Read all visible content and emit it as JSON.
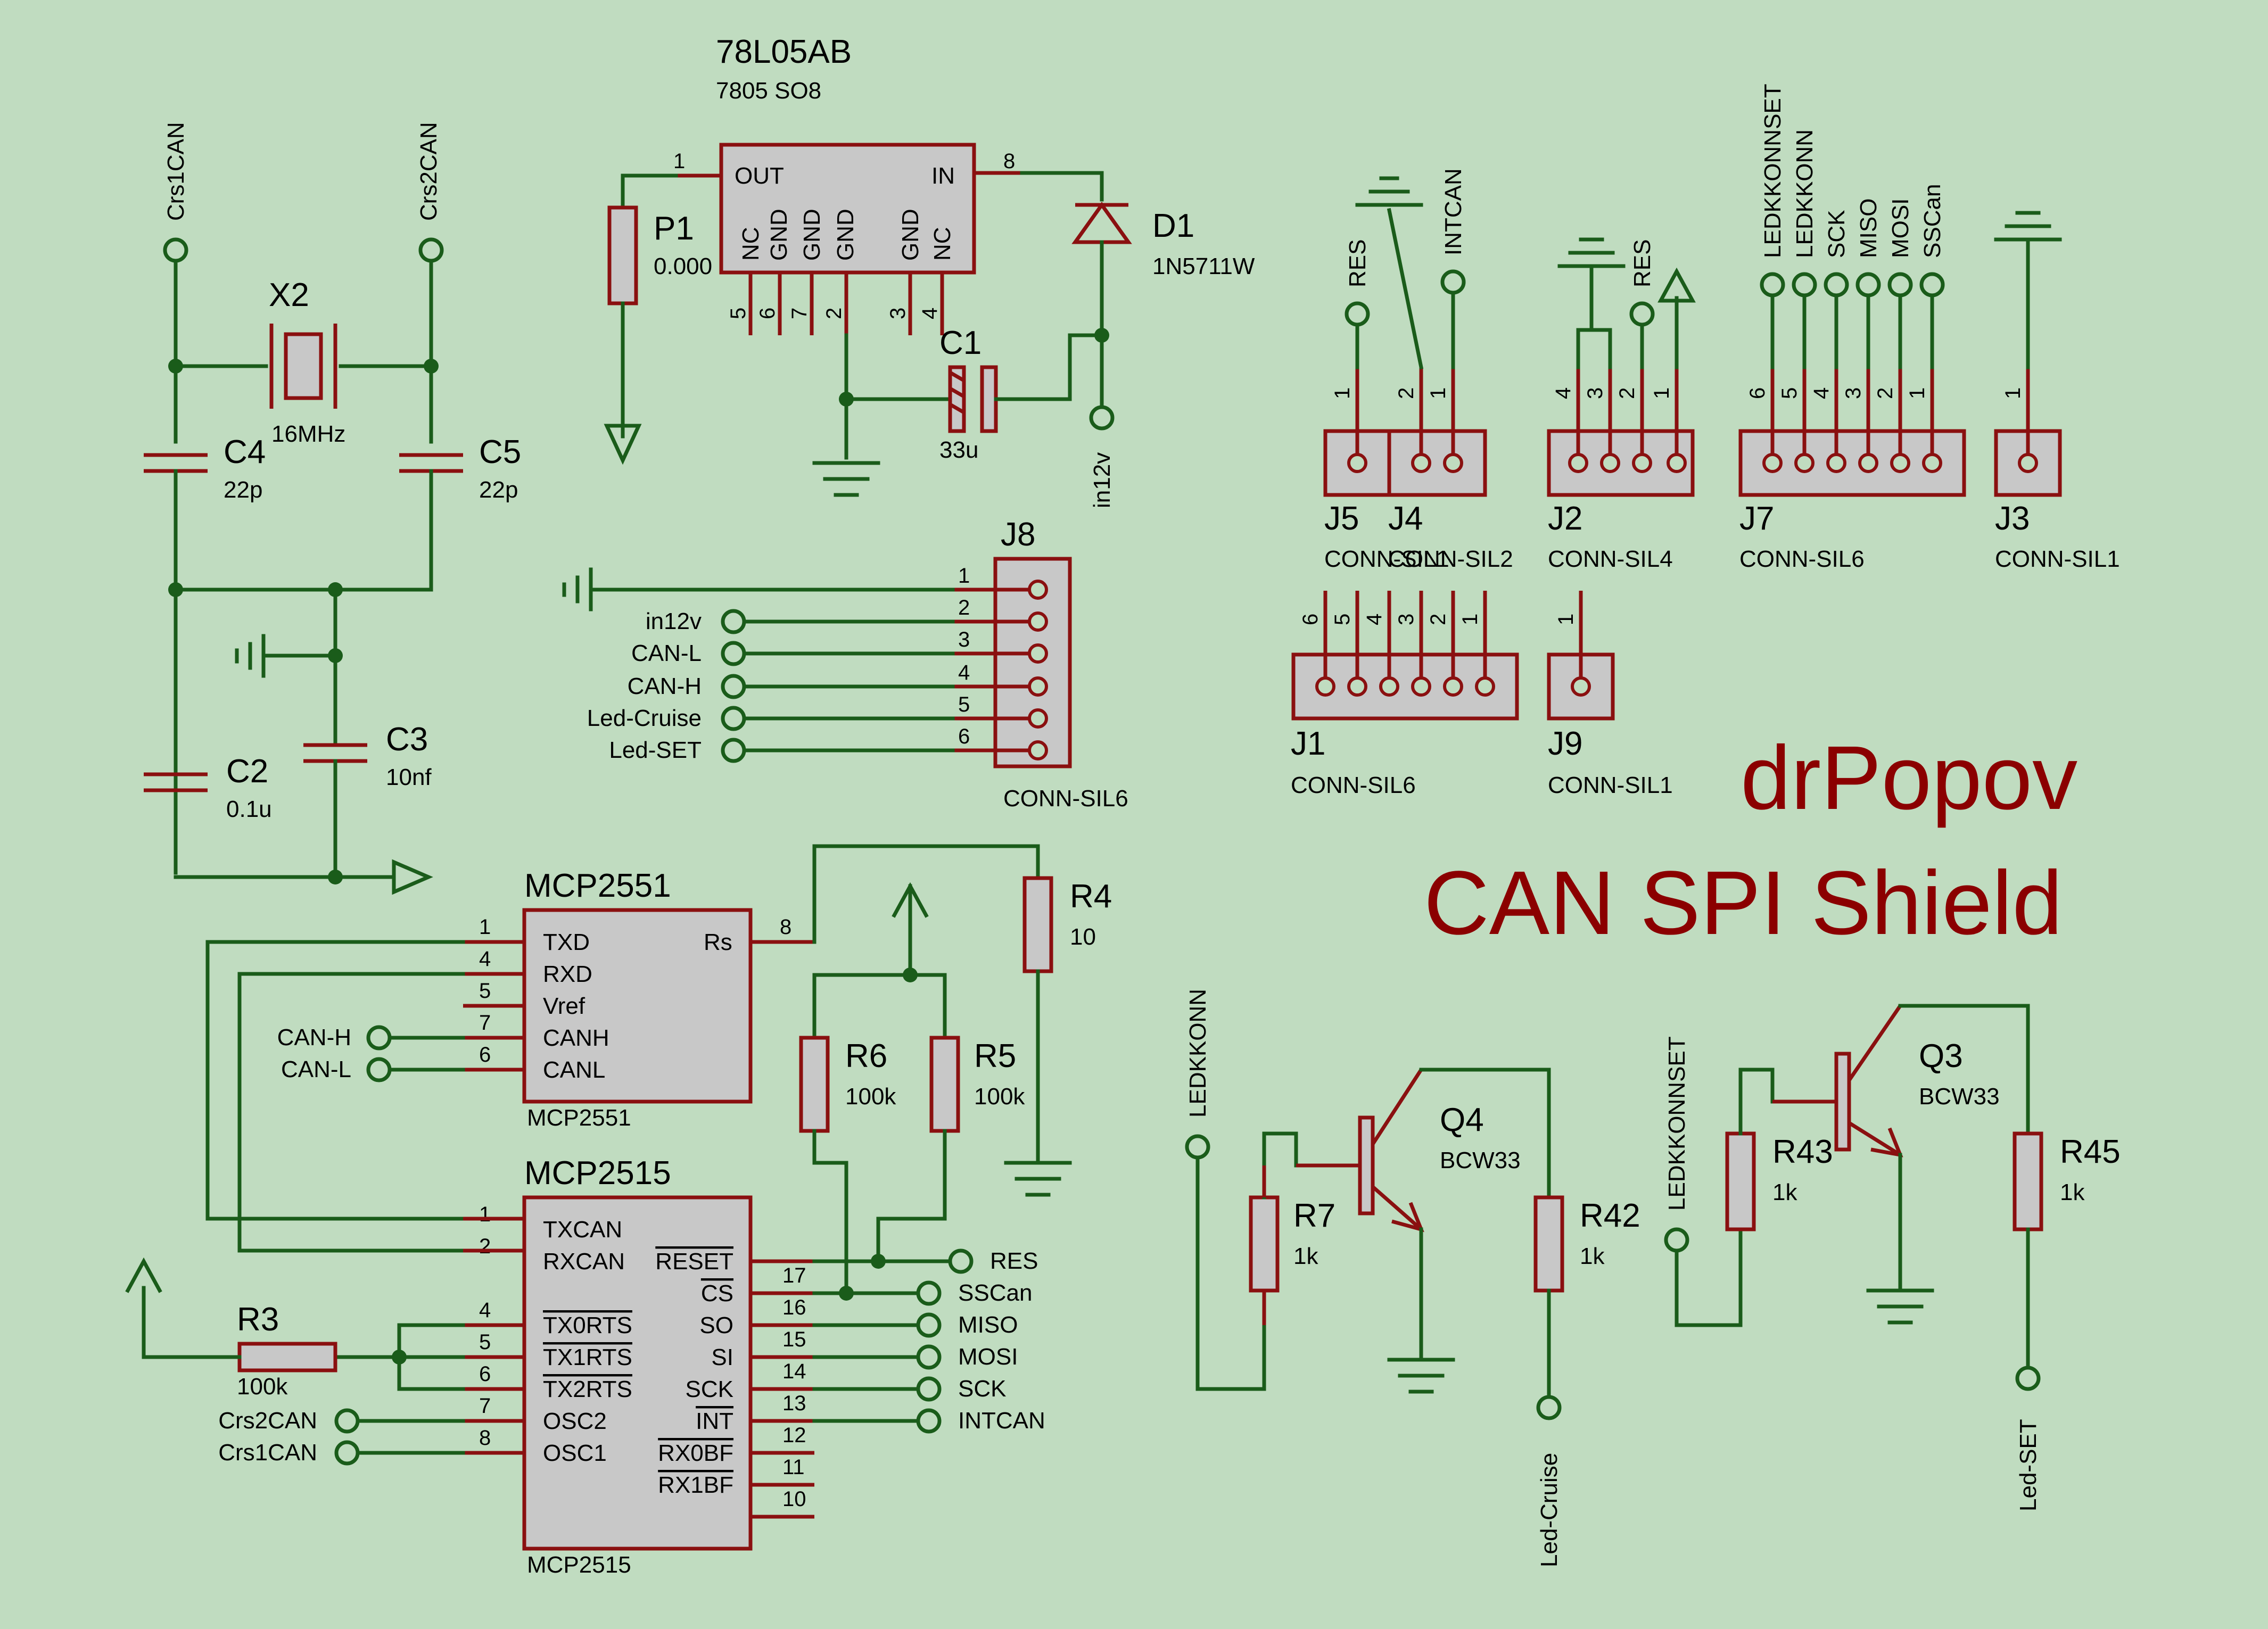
{
  "regulator": {
    "name": "78L05AB",
    "package": "7805 SO8",
    "pin_out": "OUT",
    "pin_in": "IN",
    "pins_bottom": [
      "NC",
      "GND",
      "GND",
      "GND",
      "GND",
      "NC"
    ],
    "pin_nums_bottom": [
      "5",
      "6",
      "7",
      "2",
      "3",
      "4"
    ],
    "pin_out_num": "1",
    "pin_in_num": "8"
  },
  "p1": {
    "name": "P1",
    "value": "0.000"
  },
  "d1": {
    "name": "D1",
    "value": "1N5711W"
  },
  "c1": {
    "name": "C1",
    "value": "33u"
  },
  "in12v_label": "in12v",
  "x2": {
    "name": "X2",
    "value": "16MHz"
  },
  "c4": {
    "name": "C4",
    "value": "22p"
  },
  "c5": {
    "name": "C5",
    "value": "22p"
  },
  "c2": {
    "name": "C2",
    "value": "0.1u"
  },
  "c3": {
    "name": "C3",
    "value": "10nf"
  },
  "crs1": "Crs1CAN",
  "crs2": "Crs2CAN",
  "j8": {
    "name": "J8",
    "type": "CONN-SIL6",
    "pins": [
      "1",
      "2",
      "3",
      "4",
      "5",
      "6"
    ],
    "nets": [
      "in12v",
      "CAN-L",
      "CAN-H",
      "Led-Cruise",
      "Led-SET"
    ]
  },
  "mcp2551": {
    "name": "MCP2551",
    "sub": "MCP2551",
    "pins": [
      {
        "n": "1",
        "l": "TXD"
      },
      {
        "n": "4",
        "l": "RXD"
      },
      {
        "n": "5",
        "l": "Vref"
      },
      {
        "n": "7",
        "l": "CANH"
      },
      {
        "n": "6",
        "l": "CANL"
      }
    ],
    "rs": "Rs",
    "rs_num": "8",
    "canh_net": "CAN-H",
    "canl_net": "CAN-L"
  },
  "r4": {
    "name": "R4",
    "value": "10"
  },
  "r6": {
    "name": "R6",
    "value": "100k"
  },
  "r5": {
    "name": "R5",
    "value": "100k"
  },
  "mcp2515": {
    "name": "MCP2515",
    "sub": "MCP2515",
    "left": [
      {
        "n": "1",
        "l": "TXCAN"
      },
      {
        "n": "2",
        "l": "RXCAN"
      },
      {
        "n": "4",
        "l": "TX0RTS"
      },
      {
        "n": "5",
        "l": "TX1RTS"
      },
      {
        "n": "6",
        "l": "TX2RTS"
      },
      {
        "n": "7",
        "l": "OSC2"
      },
      {
        "n": "8",
        "l": "OSC1"
      }
    ],
    "right": [
      {
        "n": "",
        "l": "RESET"
      },
      {
        "n": "17",
        "l": "CS"
      },
      {
        "n": "16",
        "l": "SO"
      },
      {
        "n": "15",
        "l": "SI"
      },
      {
        "n": "14",
        "l": "SCK"
      },
      {
        "n": "13",
        "l": "INT"
      },
      {
        "n": "12",
        "l": "RX0BF"
      },
      {
        "n": "11",
        "l": "RX1BF"
      },
      {
        "n": "10",
        "l": ""
      }
    ],
    "nets": [
      "RES",
      "SSCan",
      "MISO",
      "MOSI",
      "SCK",
      "INTCAN"
    ]
  },
  "r3": {
    "name": "R3",
    "value": "100k"
  },
  "jumpers": [
    {
      "name": "J5",
      "type": "CONN-SIL1",
      "nets": [
        "RES"
      ]
    },
    {
      "name": "J4",
      "type": "CONN-SIL2",
      "nets": [
        "INTCAN"
      ]
    },
    {
      "name": "J2",
      "type": "CONN-SIL4",
      "nets": [
        "RES"
      ]
    },
    {
      "name": "J7",
      "type": "CONN-SIL6",
      "nets": [
        "LEDKKONNSET",
        "LEDKKONN",
        "SCK",
        "MISO",
        "MOSI",
        "SSCan"
      ]
    },
    {
      "name": "J3",
      "type": "CONN-SIL1",
      "nets": []
    },
    {
      "name": "J1",
      "type": "CONN-SIL6",
      "nets": []
    },
    {
      "name": "J9",
      "type": "CONN-SIL1",
      "nets": []
    }
  ],
  "j5_overlap": "CONN-SIL1",
  "nums": {
    "one": "1",
    "two": "2",
    "three": "3",
    "four": "4",
    "five": "5",
    "six": "6"
  },
  "q4": {
    "name": "Q4",
    "value": "BCW33"
  },
  "q3": {
    "name": "Q3",
    "value": "BCW33"
  },
  "r7": {
    "name": "R7",
    "value": "1k"
  },
  "r42": {
    "name": "R42",
    "value": "1k"
  },
  "r43": {
    "name": "R43",
    "value": "1k"
  },
  "r45": {
    "name": "R45",
    "value": "1k"
  },
  "ledkkonn": "LEDKKONN",
  "ledkkonnset": "LEDKKONNSET",
  "led_cruise": "Led-Cruise",
  "led_set": "Led-SET",
  "brand": {
    "line1": "drPopov",
    "line2": "CAN SPI Shield"
  },
  "colors": {
    "background": "#c0dcc0",
    "wire": "#1a5c1a",
    "part": "#8a1010",
    "brand": "#8b0000"
  }
}
